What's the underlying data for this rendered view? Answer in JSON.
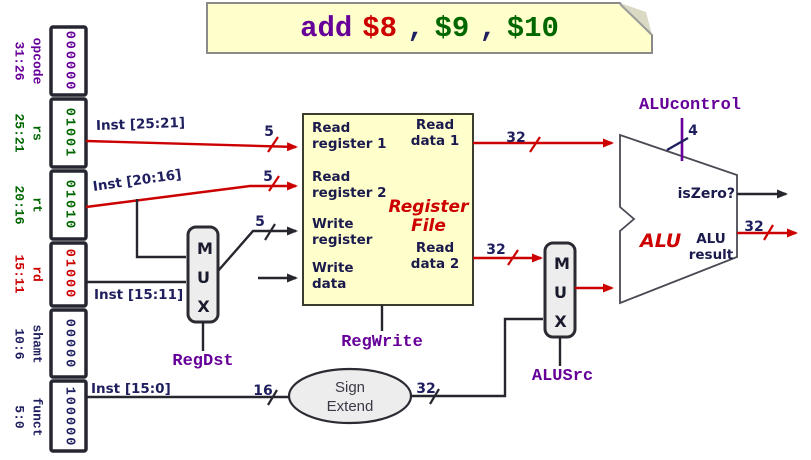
{
  "instruction": {
    "opcode_text": "add",
    "operand1": "$8",
    "comma1": ",",
    "operand2": "$9",
    "comma2": ",",
    "operand3": "$10"
  },
  "instruction_fields": [
    {
      "name": "opcode",
      "bits": "31:26",
      "value": "000000",
      "color": "#660099"
    },
    {
      "name": "rs",
      "bits": "25:21",
      "value": "01001",
      "color": "#006600"
    },
    {
      "name": "rt",
      "bits": "20:16",
      "value": "01010",
      "color": "#006600"
    },
    {
      "name": "rd",
      "bits": "15:11",
      "value": "01000",
      "color": "#cc0000"
    },
    {
      "name": "shamt",
      "bits": "10:6",
      "value": "00000",
      "color": "#1f1f5f"
    },
    {
      "name": "funct",
      "bits": "5:0",
      "value": "100000",
      "color": "#1f1f5f"
    }
  ],
  "wire_labels": {
    "inst_25_21": "Inst [25:21]",
    "inst_20_16": "Inst [20:16]",
    "inst_15_11": "Inst [15:11]",
    "inst_15_0": "Inst [15:0]"
  },
  "bus_widths": {
    "read_reg1": "5",
    "read_reg2": "5",
    "write_reg": "5",
    "read_data1": "32",
    "read_data2": "32",
    "sign_in": "16",
    "sign_out": "32",
    "alu_result": "32",
    "alu_control": "4"
  },
  "register_file": {
    "title": "Register File",
    "read_register1": "Read register 1",
    "read_register2": "Read register 2",
    "write_register": "Write register",
    "write_data": "Write data",
    "read_data1": "Read data 1",
    "read_data2": "Read data 2"
  },
  "mux_regdst": {
    "label": "MUX"
  },
  "mux_alusrc": {
    "label": "MUX"
  },
  "sign_extend": {
    "label": "Sign Extend"
  },
  "alu": {
    "label": "ALU",
    "zero_output": "isZero?",
    "result_output": "ALU result"
  },
  "control_signals": {
    "reg_dst": "RegDst",
    "reg_write": "RegWrite",
    "alu_src": "ALUSrc",
    "alu_control": "ALUcontrol"
  },
  "colors": {
    "purple": "#660099",
    "red": "#cc0000",
    "green": "#006600",
    "navy": "#1f1f5f",
    "wire_red": "#cc0000",
    "wire_black": "#26262e",
    "box_fill": "#ffffcc",
    "mux_fill": "#ededed"
  }
}
